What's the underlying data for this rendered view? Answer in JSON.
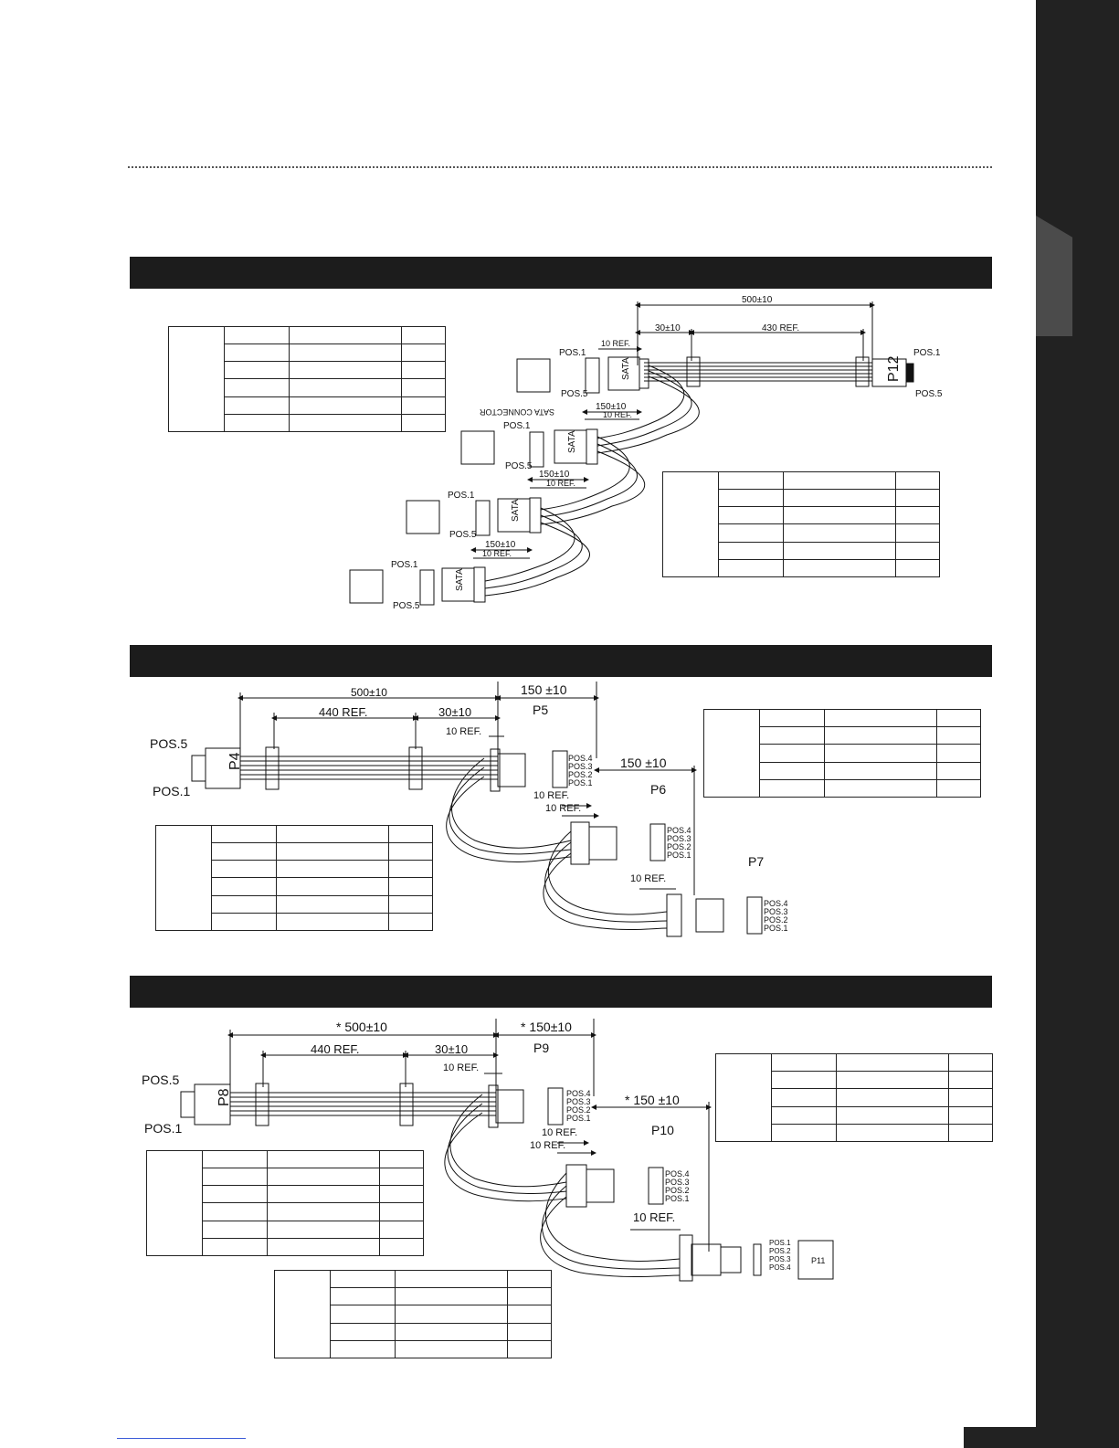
{
  "sata_harness": {
    "dims": {
      "overall": "500±10",
      "first": "30±10",
      "ref_430": "430 REF.",
      "ref_10": "10 REF.",
      "segment": "150±10"
    },
    "connector_main": "P12",
    "sata_label": "SATA",
    "sata_connector_caption": "SATA CONNECTOR",
    "pos1": "POS.1",
    "pos5": "POS.5"
  },
  "peripheral_harness_1": {
    "dims": {
      "overall": "500±10",
      "segment_top": "150  ±10",
      "ref_440": "440 REF.",
      "first": "30±10",
      "ref_10": "10 REF.",
      "segment_mid": "150  ±10"
    },
    "main": "P4",
    "connectors": [
      "P5",
      "P6",
      "P7"
    ],
    "pos5": "POS.5",
    "pos1": "POS.1",
    "pins": [
      "POS.4",
      "POS.3",
      "POS.2",
      "POS.1"
    ]
  },
  "peripheral_harness_2": {
    "dims": {
      "overall": "* 500±10",
      "segment_top": "* 150±10",
      "ref_440": "440 REF.",
      "first": "30±10",
      "ref_10": "10 REF.",
      "segment_mid": "* 150  ±10"
    },
    "main": "P8",
    "connectors": [
      "P9",
      "P10",
      "P11"
    ],
    "pos5": "POS.5",
    "pos1": "POS.1",
    "pins": [
      "POS.4",
      "POS.3",
      "POS.2",
      "POS.1"
    ],
    "fan_pins": [
      "POS.1",
      "POS.2",
      "POS.3",
      "POS.4"
    ]
  }
}
